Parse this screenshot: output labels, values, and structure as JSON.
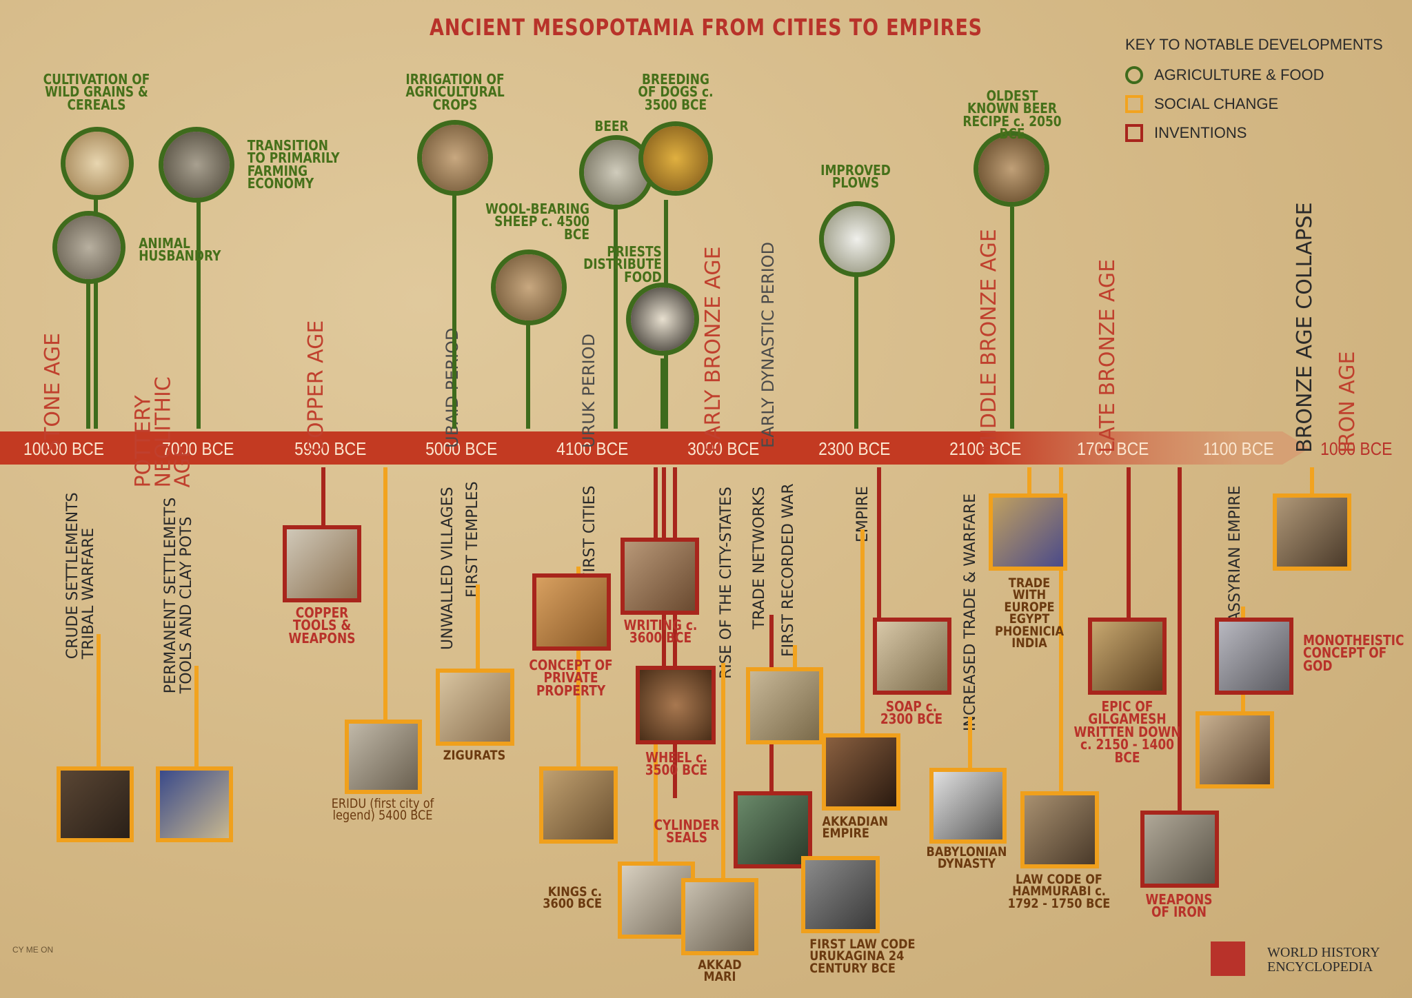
{
  "title": "ANCIENT MESOPOTAMIA FROM CITIES TO EMPIRES",
  "key": {
    "title": "KEY TO NOTABLE DEVELOPMENTS",
    "items": [
      {
        "label": "AGRICULTURE & FOOD",
        "color": "#3e6b1c"
      },
      {
        "label": "SOCIAL CHANGE",
        "color": "#f2a31f"
      },
      {
        "label": "INVENTIONS",
        "color": "#a8251c"
      }
    ]
  },
  "timeline_dates": [
    "10000 BCE",
    "7000 BCE",
    "5900 BCE",
    "5000 BCE",
    "4100 BCE",
    "3000 BCE",
    "2300 BCE",
    "2100 BCE",
    "1700 BCE",
    "1100 BCE",
    "1000 BCE"
  ],
  "eras": [
    "STONE AGE",
    "POTTERY NEOLITHIC AGE",
    "COPPER AGE",
    "UBAID PERIOD",
    "URUK PERIOD",
    "EARLY BRONZE AGE",
    "EARLY DYNASTIC PERIOD",
    "MIDDLE BRONZE AGE",
    "LATE BRONZE AGE",
    "BRONZE AGE COLLAPSE",
    "IRON AGE"
  ],
  "agri": {
    "grains": "CULTIVATION OF WILD GRAINS & CEREALS",
    "farming": "TRANSITION TO PRIMARILY FARMING ECONOMY",
    "animal": "ANIMAL HUSBANDRY",
    "irrigation": "IRRIGATION OF AGRICULTURAL CROPS",
    "sheep": "WOOL-BEARING SHEEP c. 4500 BCE",
    "beer": "BEER",
    "dogs": "BREEDING OF DOGS c. 3500 BCE",
    "priests": "PRIESTS DISTRIBUTE FOOD",
    "plows": "IMPROVED PLOWS",
    "beer_recipe": "OLDEST KNOWN BEER RECIPE c. 2050 BCE"
  },
  "below": {
    "crude": "CRUDE SETTLEMENTS TRIBAL WARFARE",
    "permanent": "PERMANENT SETTLEMETS TOOLS AND CLAY POTS",
    "copper": "COPPER TOOLS & WEAPONS",
    "eridu": "ERIDU (first city of legend) 5400 BCE",
    "unwalled": "UNWALLED VILLAGES",
    "temples": "FIRST TEMPLES",
    "zigurats": "ZIGURATS",
    "cities": "FIRST CITIES",
    "property": "CONCEPT OF PRIVATE PROPERTY",
    "writing": "WRITING c. 3600 BCE",
    "wheel": "WHEEL c. 3500 BCE",
    "seals": "CYLINDER SEALS",
    "kings": "KINGS c. 3600 BCE",
    "akkad": "AKKAD MARI",
    "rise": "RISE OF THE CITY-STATES",
    "trade_net": "TRADE NETWORKS",
    "war": "FIRST RECORDED WAR",
    "empire": "EMPIRE",
    "akkadian": "AKKADIAN EMPIRE",
    "law": "FIRST LAW CODE URUKAGINA 24 CENTURY BCE",
    "soap": "SOAP c. 2300 BCE",
    "increased": "INCREASED TRADE & WARFARE",
    "babylonian": "BABYLONIAN DYNASTY",
    "trade_eu": "TRADE WITH EUROPE EGYPT PHOENICIA INDIA",
    "hammurabi": "LAW CODE OF HAMMURABI c. 1792 - 1750 BCE",
    "gilgamesh": "EPIC OF GILGAMESH WRITTEN DOWN c. 2150 - 1400 BCE",
    "iron": "WEAPONS OF IRON",
    "assyrian": "ASSYRIAN EMPIRE",
    "monotheistic": "MONOTHEISTIC CONCEPT OF GOD"
  },
  "brand": "WORLD HISTORY ENCYCLOPEDIA",
  "signature": "CY ME ON"
}
